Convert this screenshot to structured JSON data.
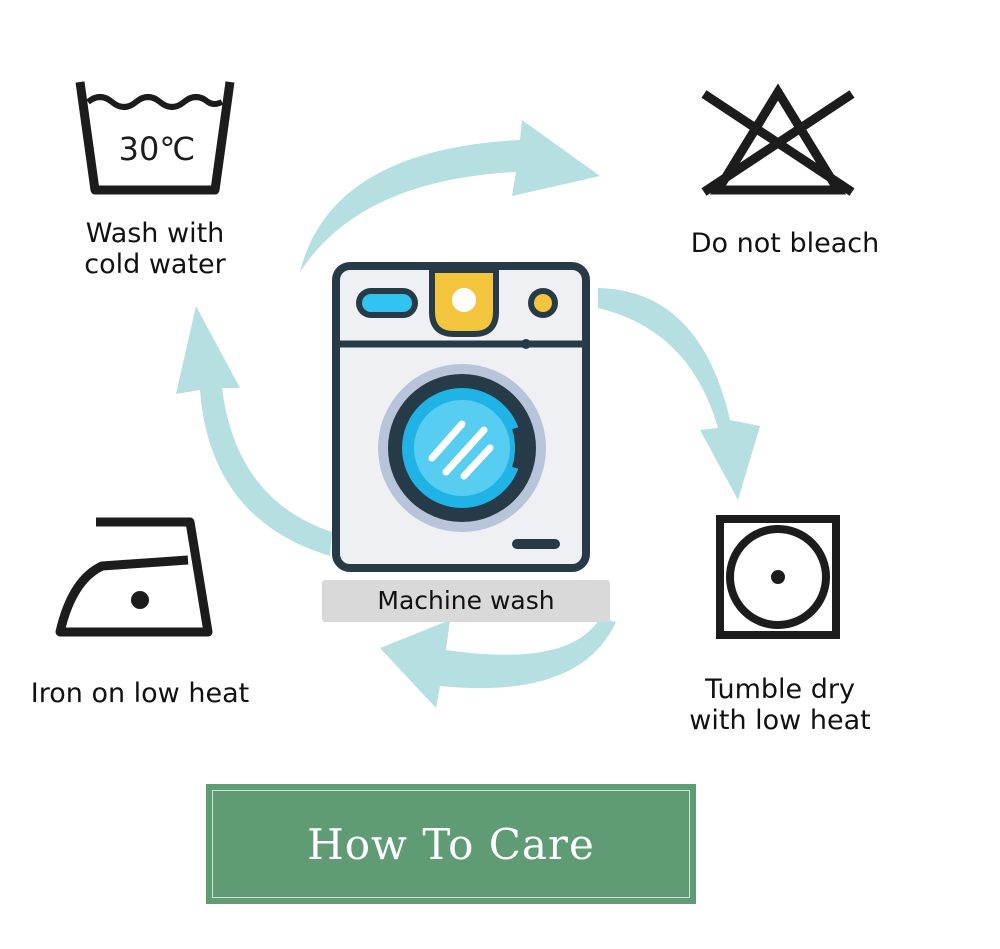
{
  "wash": {
    "temperature": "30℃",
    "caption_line1": "Wash with",
    "caption_line2": "cold water"
  },
  "bleach": {
    "caption": "Do not bleach"
  },
  "tumble": {
    "caption_line1": "Tumble dry",
    "caption_line2": "with low heat"
  },
  "iron": {
    "caption": "Iron on low heat"
  },
  "machine": {
    "label": "Machine wash"
  },
  "banner": {
    "title": "How To Care"
  },
  "colors": {
    "arrow": "#b5dfe0",
    "banner": "#5f9c75",
    "machine_outline": "#263a47",
    "machine_body": "#eef0f3",
    "drum_blue": "#1fb3e6",
    "accent_yellow": "#f2c53d",
    "pill_blue": "#33c3f0",
    "label_grey": "#d9d9d9"
  }
}
